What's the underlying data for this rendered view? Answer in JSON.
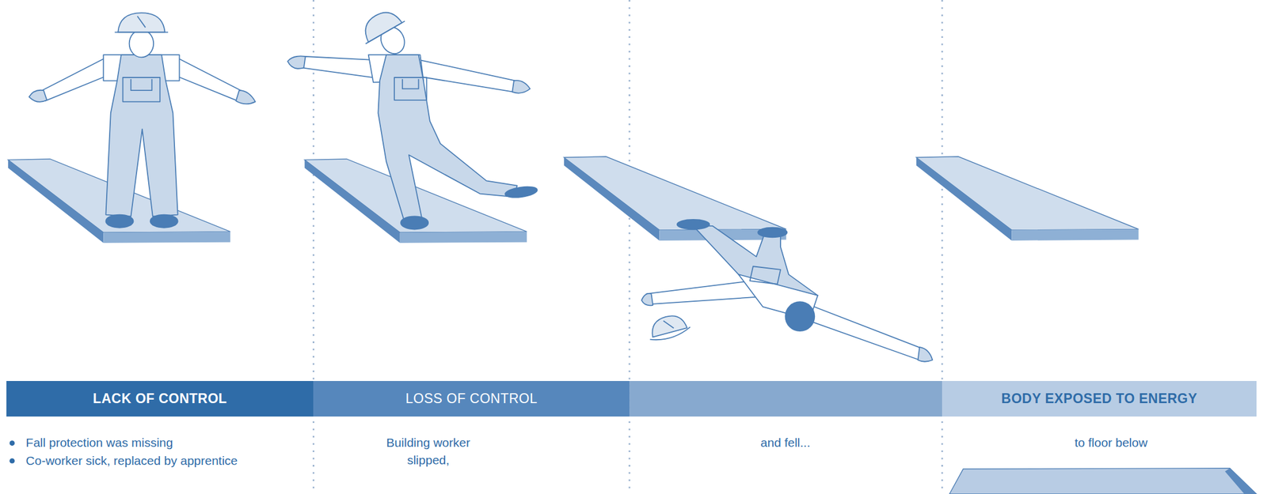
{
  "diagram": {
    "nodes": [
      {
        "text": [
          "LACK OF CONTROL"
        ]
      },
      {
        "text": [
          "LOSS OF CONTROL"
        ]
      },
      {
        "text": [
          "BODY EXPOSED TO ENERGY"
        ]
      }
    ],
    "labels": [
      "Fall protection was missing",
      "Co-worker sick, replaced by apprentice",
      "Building worker slipped,",
      "and fell...",
      "to floor below"
    ]
  }
}
